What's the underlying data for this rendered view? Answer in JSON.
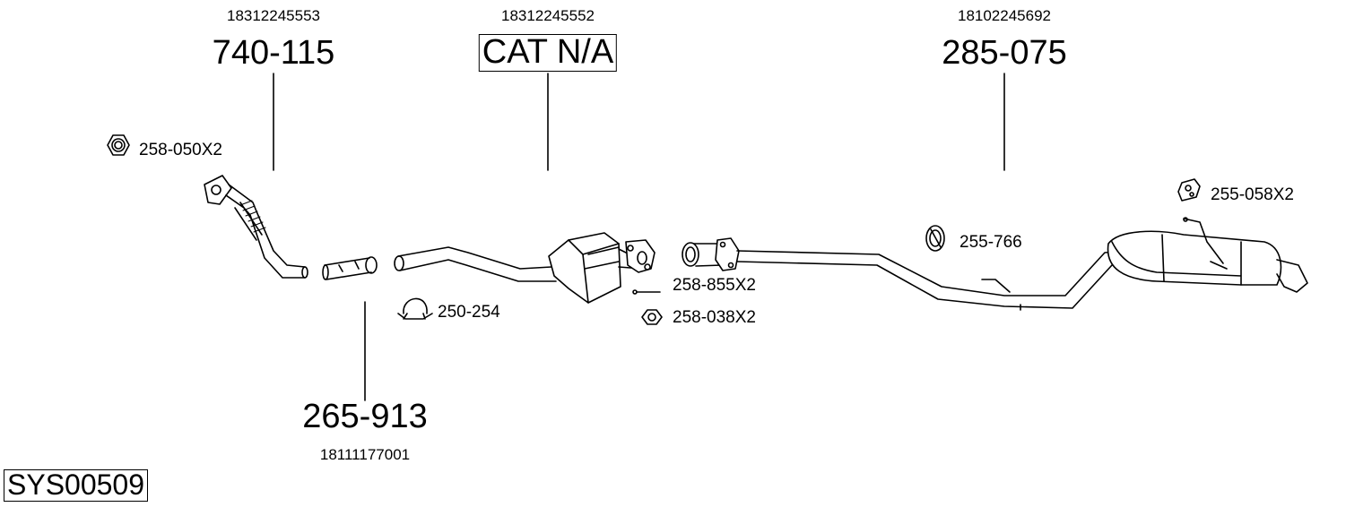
{
  "parts": {
    "p1": {
      "number": "740-115",
      "oem": "18312245553"
    },
    "p2": {
      "number": "CAT N/A",
      "oem": "18312245552"
    },
    "p3": {
      "number": "285-075",
      "oem": "18102245692"
    },
    "p4": {
      "number": "265-913",
      "oem": "18111177001"
    }
  },
  "accessories": {
    "a1": "258-050X2",
    "a2": "250-254",
    "a3": "258-855X2",
    "a4": "258-038X2",
    "a5": "255-766",
    "a6": "255-058X2"
  },
  "system_id": "SYS00509",
  "icons": [
    "hex-nut-icon",
    "clamp-icon",
    "bolt-icon",
    "flange-nut-icon",
    "rubber-ring-icon",
    "rubber-hanger-icon",
    "front-pipe-icon",
    "connector-pipe-icon",
    "catalytic-converter-icon",
    "rear-silencer-icon"
  ]
}
